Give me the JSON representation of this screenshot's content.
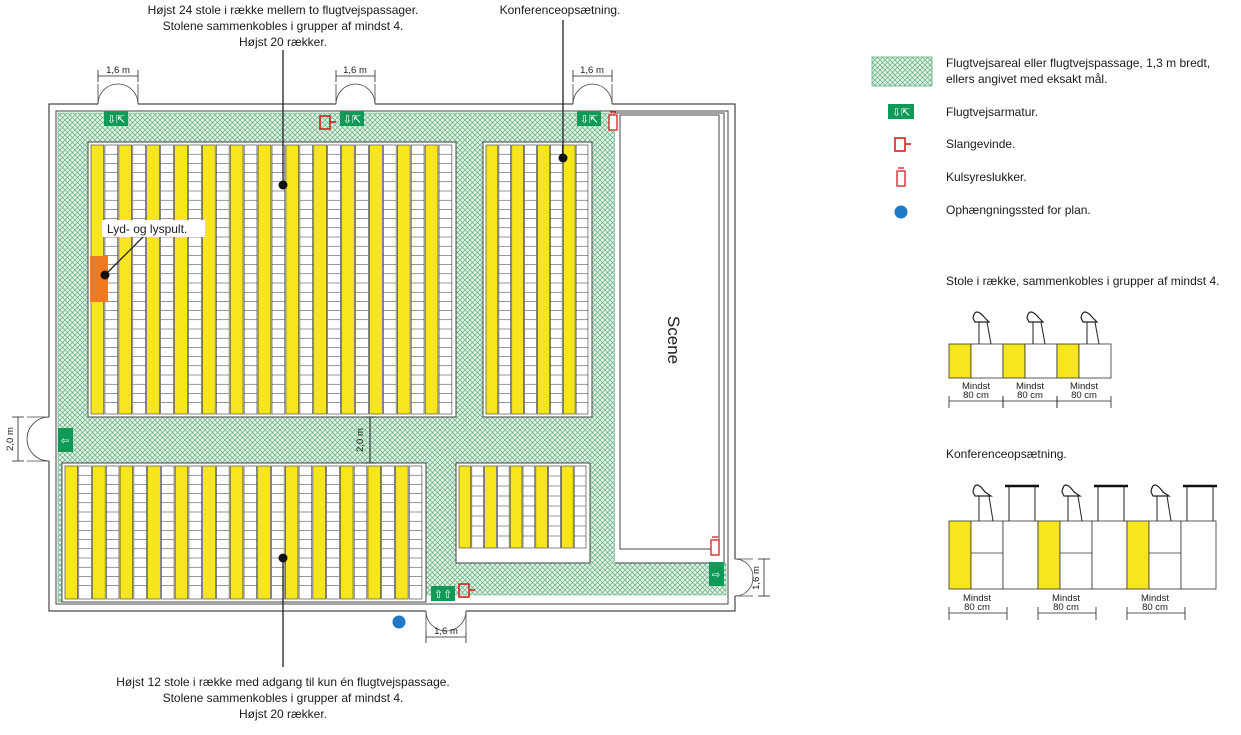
{
  "callouts": {
    "top_main_line1": "Højst 24 stole i række mellem to flugtvejspassager.",
    "top_main_line2": "Stolene sammenkobles i grupper af mindst 4.",
    "top_main_line3": "Højst 20 rækker.",
    "top_conference": "Konferenceopsætning.",
    "sound_light_desk": "Lyd- og lyspult.",
    "bottom_line1": "Højst 12 stole i række med adgang til kun én flugtvejspassage.",
    "bottom_line2": "Stolene sammenkobles i grupper af mindst 4.",
    "bottom_line3": "Højst 20 rækker."
  },
  "stage_label": "Scene",
  "dimensions": {
    "door_width": "1,6 m",
    "side_door": "2,0 m",
    "aisle_width": "2,0 m"
  },
  "legend": {
    "escape_area": "Flugtvejsareal eller flugtvejspassage, 1,3 m bredt,",
    "escape_area_line2": "ellers angivet med eksakt mål.",
    "exit_sign": "Flugtvejsarmatur.",
    "hose_reel": "Slangevinde.",
    "co2_extinguisher": "Kulsyreslukker.",
    "hanging_point": "Ophængningssted for plan."
  },
  "detail_rows": {
    "title": "Stole i række, sammenkobles i grupper af mindst 4.",
    "min_label": "Mindst",
    "min_value": "80 cm"
  },
  "detail_conference": {
    "title": "Konferenceopsætning.",
    "min_label": "Mindst",
    "min_value": "80 cm"
  },
  "colors": {
    "seat_yellow": "#f7e51d",
    "escape_green": "#2e9a5a",
    "exit_sign_green": "#0f9a57",
    "fire_red": "#d62020",
    "desk_orange": "#ee7a22",
    "hanging_blue": "#1f78c8",
    "wall": "#444444"
  }
}
